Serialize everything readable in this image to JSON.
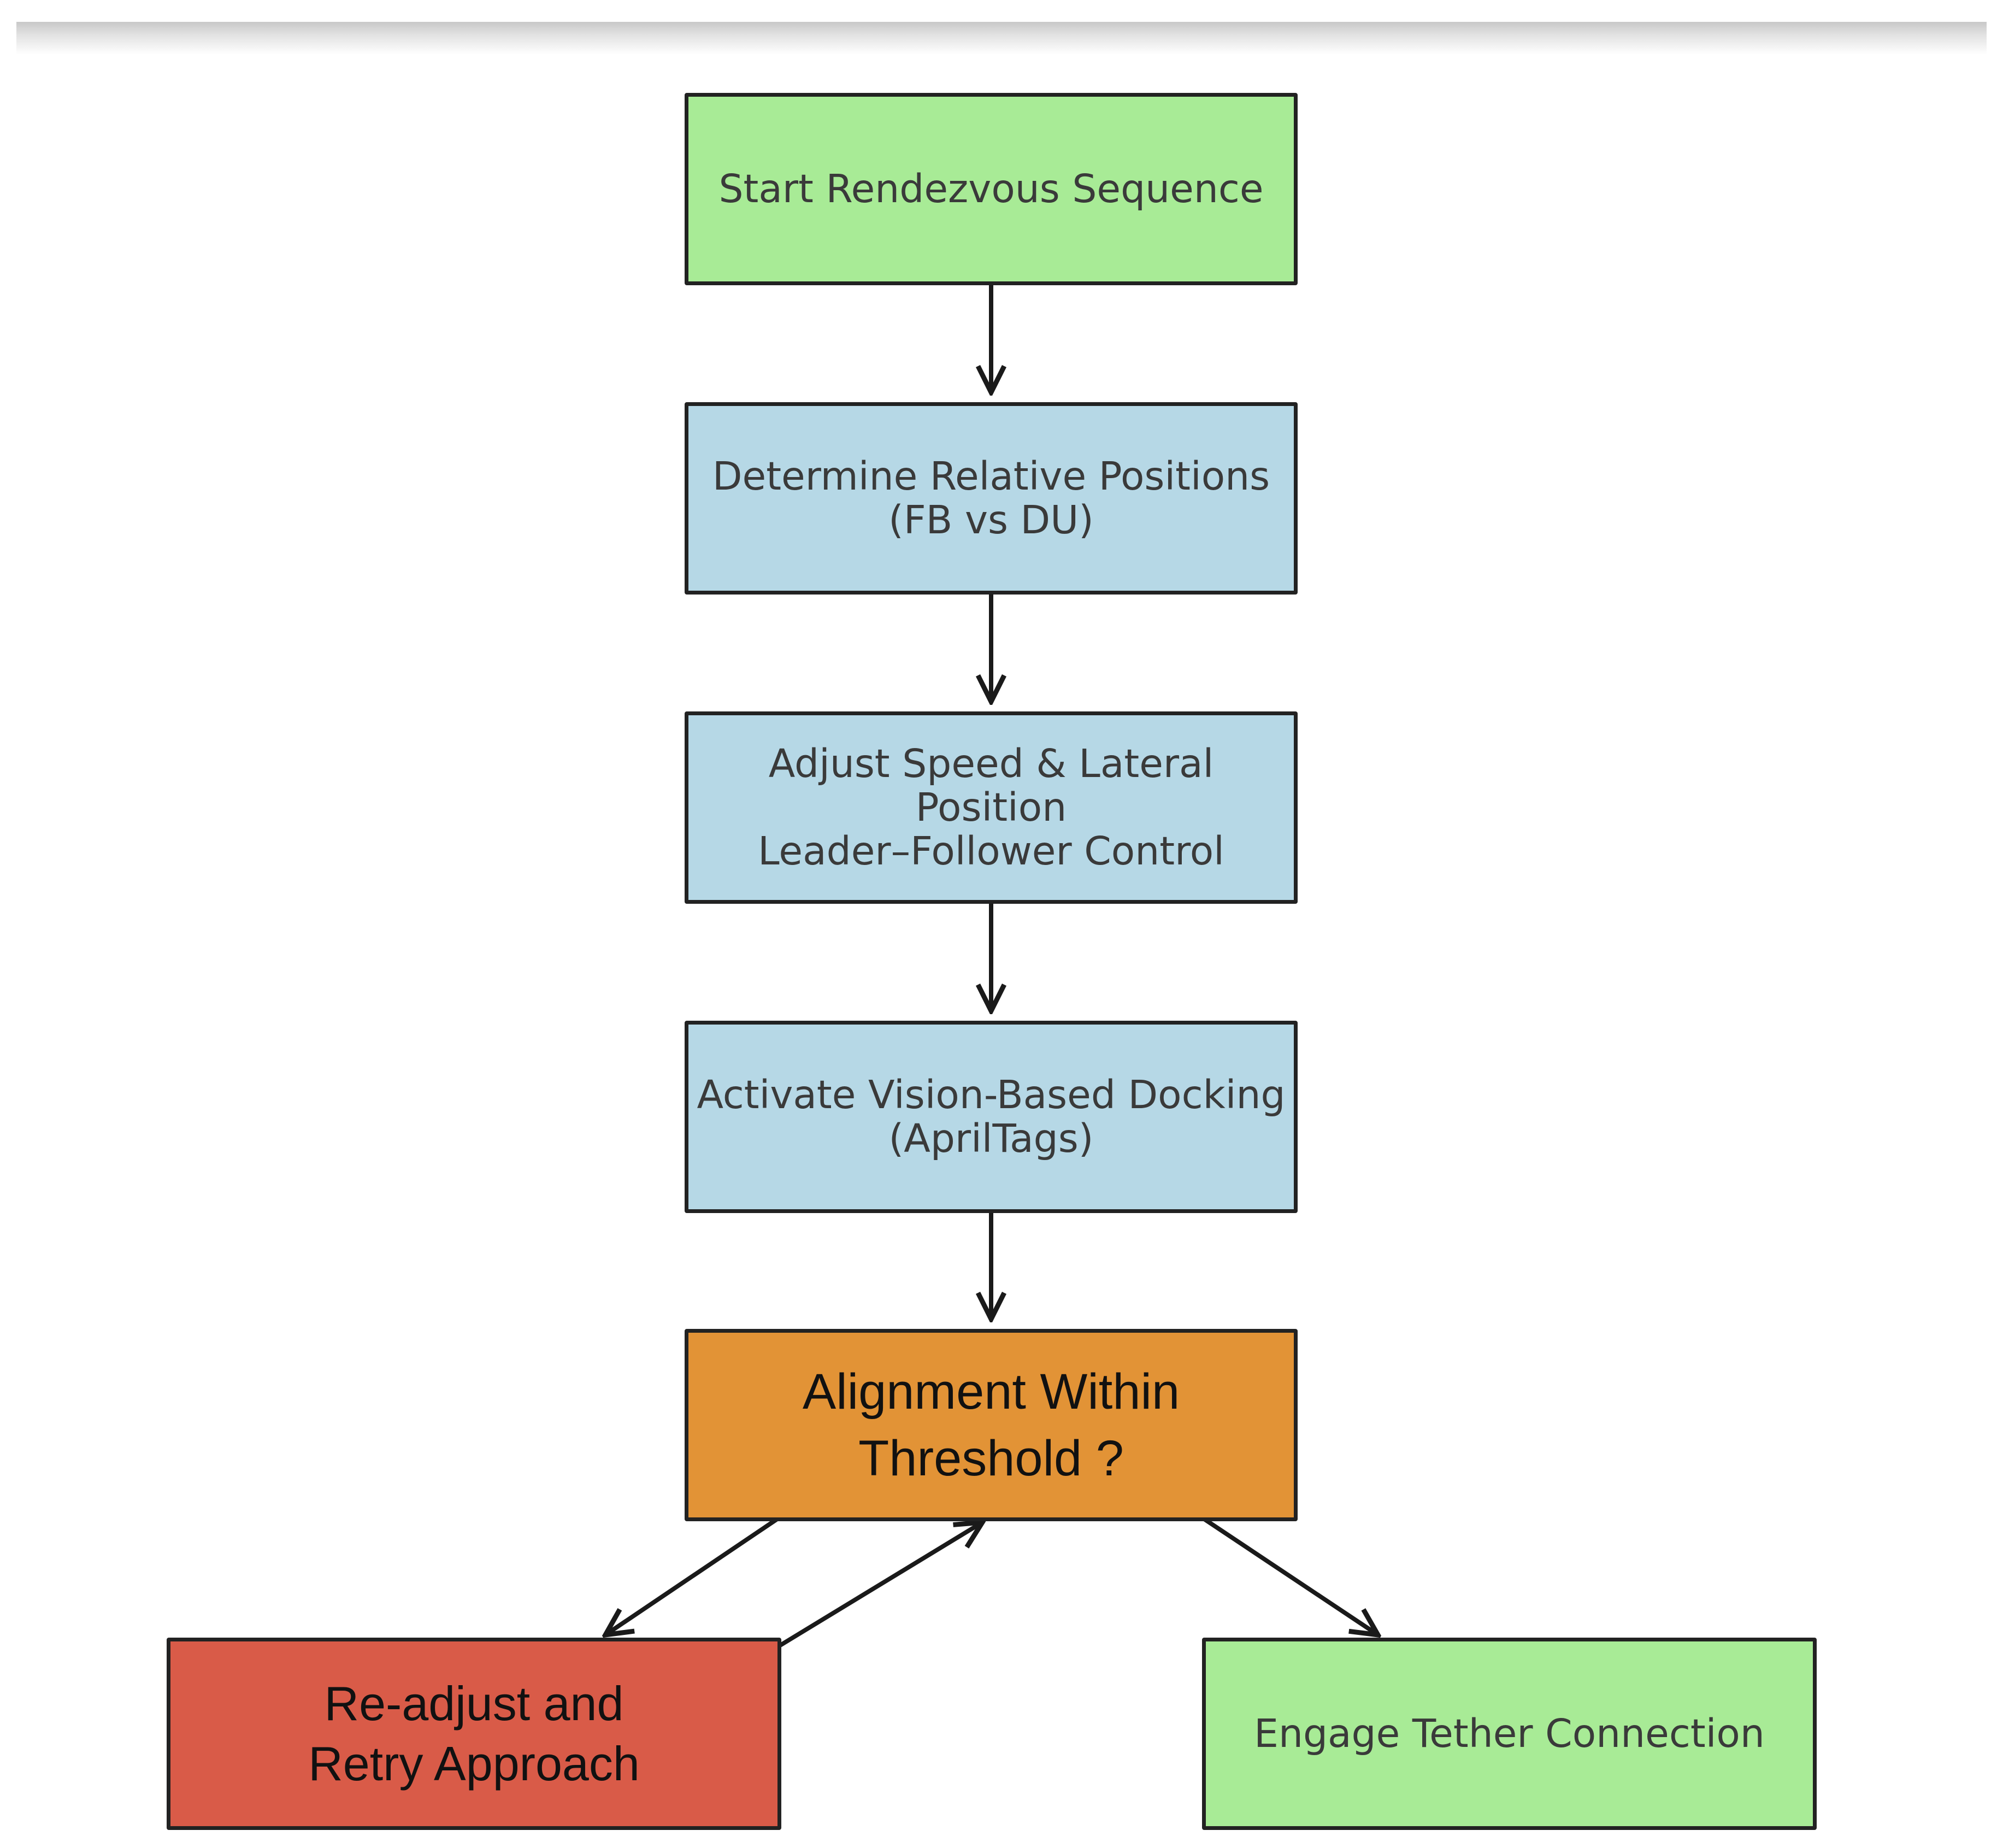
{
  "diagram": {
    "nodes": [
      {
        "id": "start",
        "label": "Start Rendezvous Sequence",
        "color": "#a8eb96"
      },
      {
        "id": "determine",
        "label": "Determine Relative Positions\n(FB vs DU)",
        "color": "#b6d8e6"
      },
      {
        "id": "adjust",
        "label": "Adjust Speed & Lateral Position\nLeader–Follower Control",
        "color": "#b6d8e6"
      },
      {
        "id": "activate",
        "label": "Activate Vision-Based Docking\n(AprilTags)",
        "color": "#b6d8e6"
      },
      {
        "id": "decision",
        "label": "Alignment Within\nThreshold ?",
        "color": "#e29336"
      },
      {
        "id": "retry",
        "label": "Re-adjust and\nRetry Approach",
        "color": "#d95b48"
      },
      {
        "id": "engage",
        "label": "Engage Tether Connection",
        "color": "#a8eb96"
      }
    ],
    "edges": [
      {
        "from": "start",
        "to": "determine"
      },
      {
        "from": "determine",
        "to": "adjust"
      },
      {
        "from": "adjust",
        "to": "activate"
      },
      {
        "from": "activate",
        "to": "decision"
      },
      {
        "from": "decision",
        "to": "retry"
      },
      {
        "from": "retry",
        "to": "decision"
      },
      {
        "from": "decision",
        "to": "engage"
      }
    ],
    "edge_color": "#1a1a1a"
  }
}
